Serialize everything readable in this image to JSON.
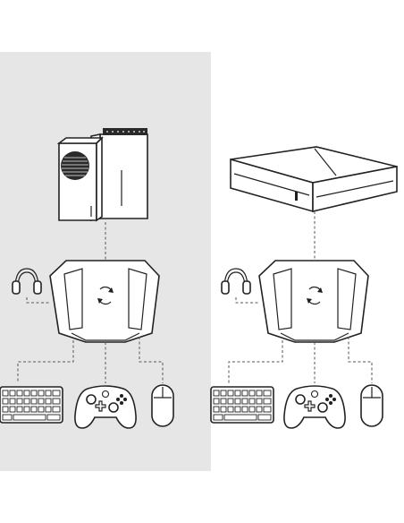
{
  "scenes": [
    {
      "console": "xbox-series-s-and-series-x",
      "hub": "adapter-hub",
      "peripherals": [
        "headset",
        "keyboard",
        "controller",
        "mouse"
      ],
      "background": "#e6e6e6"
    },
    {
      "console": "xbox-one",
      "hub": "adapter-hub",
      "peripherals": [
        "headset",
        "keyboard",
        "controller",
        "mouse"
      ],
      "background": "#ffffff"
    }
  ],
  "colors": {
    "line": "#222222",
    "dashed": "#555555",
    "panel_left": "#e6e6e6"
  }
}
